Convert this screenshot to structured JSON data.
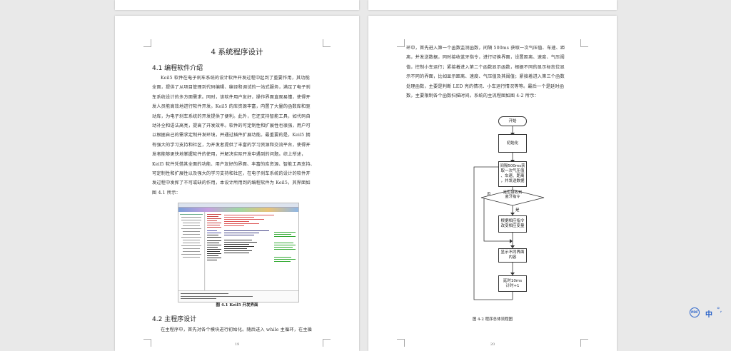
{
  "page_left": {
    "chapter_title": "4  系统程序设计",
    "section1_heading": "4.1  编程软件介绍",
    "section1_lines": [
      "Keil5 软件在电子刹车系统的设计软件开发过程中起到了重要作用，其功能",
      "全面，提供了从项目管理到代码编辑、编译和调试的一站式服务，满足了电子刹",
      "车系统设计的多方面需求。同时，该软件用户友好，操作界面直观易懂，使得开",
      "发人员能高效地进行软件开发。Keil5 的库资源丰富，内置了大量的函数库和驱",
      "动库，为电子刹车系统的开发提供了便利。此外，它还支持智能工具，如代码自",
      "动补全和语法高亮，提高了开发效率。软件的可定制性和扩展性也很强，用户可",
      "以根据自己的需求定制开发环境，并通过插件扩展功能。最重要的是，Keil5 拥",
      "有强大的学习支持和社区，为开发者提供了丰富的学习资源和交流平台，使得开",
      "发者能够更快地掌握软件的使用，并解决实际开发中遇到的问题。综上所述，",
      "Keil5 软件凭借其全面的功能、用户友好的界面、丰富的库资源、智能工具支持、",
      "可定制性和扩展性以及强大的学习支持和社区，在电子刹车系统的设计的软件开",
      "发过程中发挥了不可或缺的作用，本设计所用到的编程软件为 Keil5，其界面如",
      "图 4.1 所示："
    ],
    "figure_caption": "图 4.1 Keil5 开发界面",
    "section2_heading": "4.2  主程序设计",
    "section2_line": "在主程序中，首先对各个模块进行初始化。随后进入 while 主循环，在主循",
    "page_number": "19"
  },
  "page_right": {
    "lines": [
      "环中，首先进入第一个函数监测函数，间隔 500ms 获取一次气压值、车速、距",
      "离，并发送数据，同时接收蓝牙指令，进行切换界面，设置距离、速度、气压阈",
      "值，控制小车运行；紧接着进入第二个函数显示函数，根据不同的显示标志位显",
      "示不同的界面，比如显示距离、速度、气压值及其阈值；紧接着进入第三个函数",
      "处理函数，主要是判断 LED 亮的情况、小车运行情况等等。最后一个是延时函",
      "数，主要限制各个函数扫描时间。系统的主流程图如图 4-2 所示："
    ],
    "flowchart": {
      "start": "开始",
      "init": "初始化",
      "monitor": [
        "间隔500ms获",
        "取一次气压值",
        "、车速、距离",
        "，并发送数据"
      ],
      "decision": [
        "是否接收到",
        "蓝牙指令"
      ],
      "no_label": "否",
      "yes_label": "是",
      "handle": [
        "根据相应指令",
        "改变相应变量"
      ],
      "display": [
        "显示不同界面",
        "内容"
      ],
      "delay": [
        "延时10ms",
        "计时+1"
      ]
    },
    "figure_caption": "图 4-2  程序总体流程图",
    "page_number": "20"
  },
  "side_toolbar": {
    "pdf_badge": "PDF",
    "lang_button": "中",
    "more_button": "°,"
  }
}
